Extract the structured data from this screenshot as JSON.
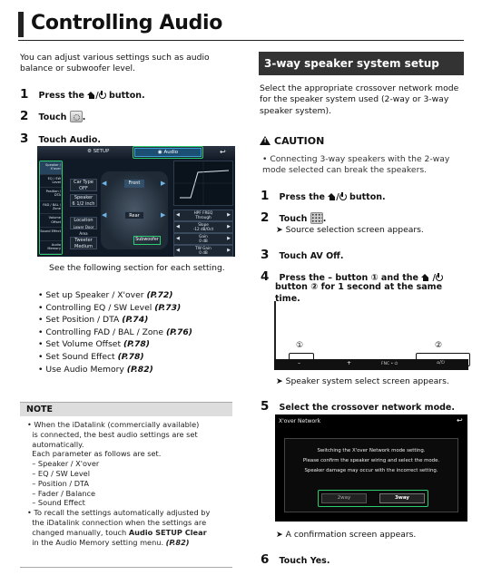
{
  "header": {
    "title": "Controlling Audio"
  },
  "left": {
    "intro": "You can adjust various settings such as audio balance or subwoofer level.",
    "steps": [
      {
        "num": "1",
        "pre": "Press the ",
        "post": " button."
      },
      {
        "num": "2",
        "pre": "Touch ",
        "post": "."
      },
      {
        "num": "3",
        "pre": "Touch ",
        "bold": "Audio",
        "post": "."
      }
    ],
    "step1_sep": "/",
    "screen": {
      "tab_setup": "SETUP",
      "tab_audio": "Audio",
      "side_items": [
        "Speaker / X'over",
        "EQ / SW Level",
        "Position / DTA",
        "FAD / BAL / Zone",
        "Volume Offset",
        "Sound Effect",
        "Audio Memory"
      ],
      "car_type_label": "Car Type",
      "car_type_value": "OFF",
      "speaker_label": "Speaker",
      "speaker_value": "6 1/2 inch",
      "location_label": "Location",
      "location_value": "Lower Door Area",
      "tweeter_label": "Tweeter",
      "tweeter_value": "Medium",
      "front": "Front",
      "rear": "Rear",
      "subwoofer": "Subwoofer",
      "hpf_label": "HPF FREQ",
      "hpf_value": "Through",
      "slope_label": "Slope",
      "slope_value": "-12 dB/Oct",
      "gain_label": "Gain",
      "gain_value": "0 dB",
      "tw_gain_label": "TW Gain",
      "tw_gain_value": "0 dB"
    },
    "see_following": "See the following section for each setting.",
    "links": [
      {
        "text": "Set up Speaker / X'over ",
        "ref": "(P.72)"
      },
      {
        "text": "Controlling EQ / SW Level ",
        "ref": "(P.73)"
      },
      {
        "text": "Set Position / DTA ",
        "ref": "(P.74)"
      },
      {
        "text": "Controlling FAD / BAL / Zone ",
        "ref": "(P.76)"
      },
      {
        "text": "Set Volume Offset ",
        "ref": "(P.78)"
      },
      {
        "text": "Set Sound Effect ",
        "ref": "(P.78)"
      },
      {
        "text": "Use Audio Memory ",
        "ref": "(P.82)"
      }
    ],
    "note": {
      "title": "NOTE",
      "lines": [
        "• When the iDatalink (commercially available)",
        "  is connected, the best audio settings are set",
        "  automatically.",
        "  Each parameter as follows are set.",
        "  – Speaker / X'over",
        "  – EQ / SW Level",
        "  – Position / DTA",
        "  – Fader / Balance",
        "  – Sound Effect",
        "• To recall the settings automatically adjusted by",
        "  the iDatalink connection when the settings are",
        "  changed manually, touch "
      ],
      "bold_action": "Audio SETUP Clear",
      "last_pre": "  in the Audio Memory setting menu. ",
      "last_ref": "(P.82)"
    }
  },
  "right": {
    "section_title": "3-way speaker system setup",
    "intro": "Select the appropriate crossover network mode for the speaker system used (2-way or 3-way speaker system).",
    "caution_title": "CAUTION",
    "caution_text": "• Connecting 3-way speakers with the 2-way mode selected can break the speakers.",
    "step1": {
      "num": "1",
      "pre": "Press the ",
      "post": " button."
    },
    "step2": {
      "num": "2",
      "pre": "Touch ",
      "post": ".",
      "result": "➤ Source selection screen appears."
    },
    "step3": {
      "num": "3",
      "pre": "Touch ",
      "bold": "AV Off",
      "post": "."
    },
    "step4": {
      "num": "4",
      "line1": "Press the – button ① and the ",
      "line1b": " /",
      "line2": "button ② for 1 second at the same time.",
      "result": "➤ Speaker system select screen appears."
    },
    "panel": {
      "marker1": "①",
      "marker2": "②",
      "btn_minus": "–",
      "btn_plus": "+",
      "btn_mid": "FNC • ⏻",
      "btn_home": "⌂/⏻"
    },
    "step5": {
      "num": "5",
      "text": "Select the crossover network mode.",
      "result": "➤ A confirmation screen appears."
    },
    "xover": {
      "title": "X'over Network",
      "msg1": "Switching the X'over Network mode setting.",
      "msg2": "Please confirm the speaker wiring and select the mode.",
      "msg3": "Speaker damage may occur with the incorrect setting.",
      "opt1": "2way",
      "opt2": "3way"
    },
    "step6": {
      "num": "6",
      "pre": "Touch ",
      "bold": "Yes",
      "post": "."
    }
  }
}
